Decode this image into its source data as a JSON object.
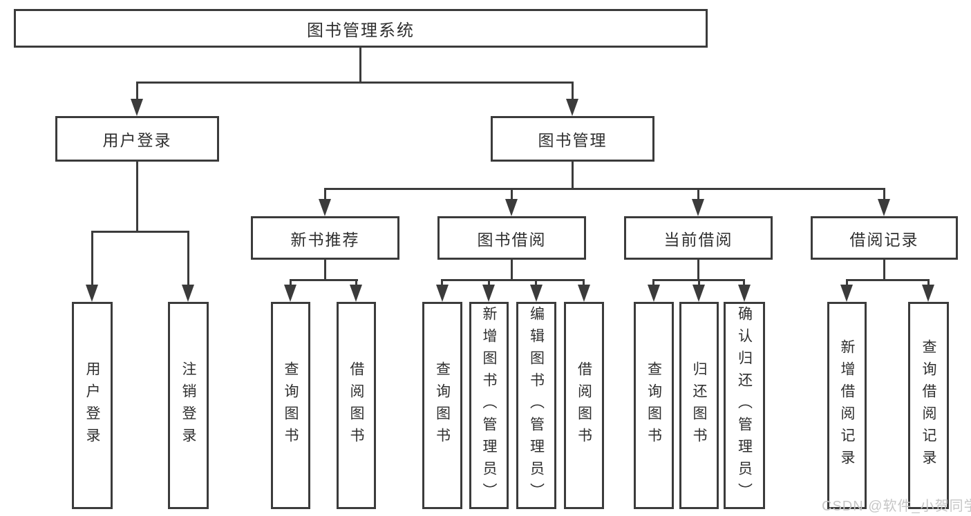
{
  "diagram": {
    "root": {
      "label": "图书管理系统"
    },
    "branches": [
      {
        "label": "用户登录",
        "children": [
          {
            "label": "用户登录"
          },
          {
            "label": "注销登录"
          }
        ]
      },
      {
        "label": "图书管理",
        "groups": [
          {
            "label": "新书推荐",
            "children": [
              {
                "label": "查询图书"
              },
              {
                "label": "借阅图书"
              }
            ]
          },
          {
            "label": "图书借阅",
            "children": [
              {
                "label": "查询图书"
              },
              {
                "label": "新增图书（管理员）"
              },
              {
                "label": "编辑图书（管理员）"
              },
              {
                "label": "借阅图书"
              }
            ]
          },
          {
            "label": "当前借阅",
            "children": [
              {
                "label": "查询图书"
              },
              {
                "label": "归还图书"
              },
              {
                "label": "确认归还（管理员）"
              }
            ]
          },
          {
            "label": "借阅记录",
            "children": [
              {
                "label": "新增借阅记录"
              },
              {
                "label": "查询借阅记录"
              }
            ]
          }
        ]
      }
    ]
  },
  "watermark": {
    "text": "CSDN @软件_小贺同学"
  },
  "colors": {
    "line": "#3b3b3b",
    "text": "#2f2f2f",
    "background": "#ffffff",
    "watermark": "#c6c6c6"
  }
}
